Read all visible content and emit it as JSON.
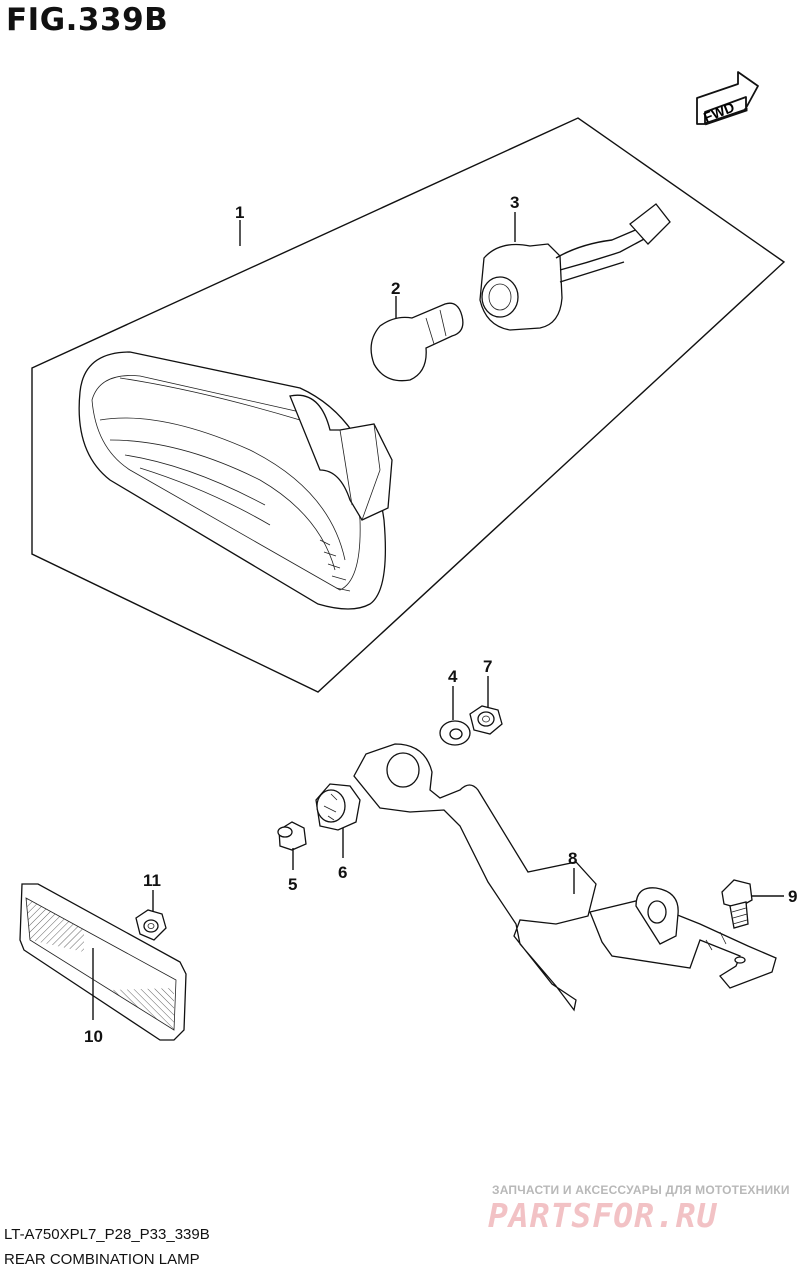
{
  "figure": {
    "title": "FIG.339B"
  },
  "direction_badge": {
    "label": "FWD"
  },
  "callouts": {
    "c1": "1",
    "c2": "2",
    "c3": "3",
    "c4": "4",
    "c5": "5",
    "c6": "6",
    "c7": "7",
    "c8": "8",
    "c9": "9",
    "c10": "10",
    "c11": "11"
  },
  "watermark": {
    "tagline": "ЗАПЧАСТИ И АКСЕССУАРЫ ДЛЯ МОТОТЕХНИКИ",
    "brand": "PARTSFOR.RU"
  },
  "footer": {
    "code": "LT-A750XPL7_P28_P33_339B",
    "title": "REAR COMBINATION LAMP"
  }
}
